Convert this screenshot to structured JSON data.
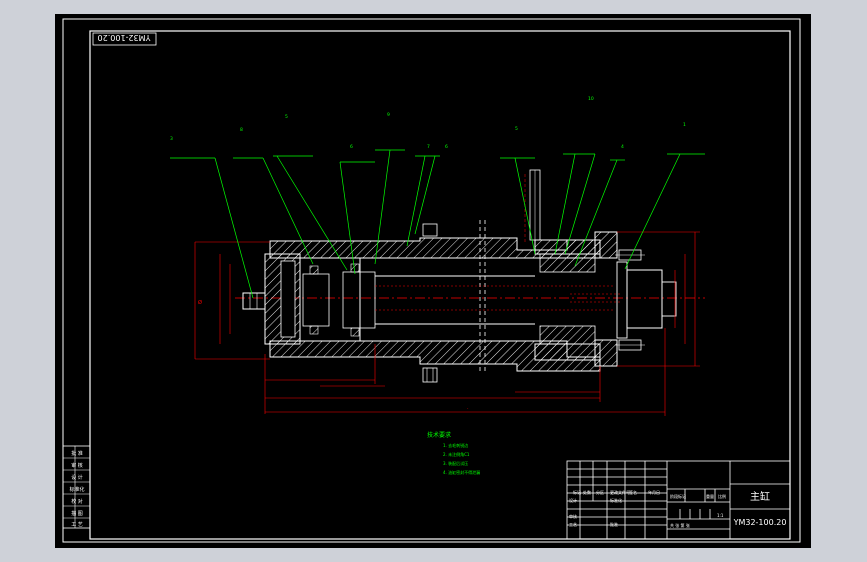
{
  "drawing": {
    "number_stamp": "YM32-100.20",
    "title_main": "主缸",
    "drawing_code": "YM32-100.20",
    "left_strip": [
      "批 准",
      "审 核",
      "设 计",
      "标准化",
      "校 对",
      "描 图",
      "工 艺"
    ],
    "title_block": {
      "row_labels": [
        "标记",
        "处数",
        "分区",
        "更改文件号",
        "签名",
        "年月日"
      ],
      "design": "设计",
      "standard": "标准化",
      "review": "审核",
      "process": "工艺",
      "approve": "批准",
      "stage_label": "阶段标记",
      "weight_label": "重量",
      "scale_label": "比例",
      "scale_value": "1:1",
      "sheet_label": "共 张 第 张"
    },
    "notes": {
      "title": "技术要求",
      "lines": [
        "1. 去毛刺锐边",
        "2. 未注倒角C1",
        "3. 装配后试压",
        "4. 油缸密封不得泄漏"
      ]
    },
    "balloons": [
      "3",
      "8",
      "5",
      "6",
      "9",
      "7",
      "6",
      "5",
      "10",
      "4",
      "1"
    ]
  },
  "colors": {
    "line": "#ffffff",
    "leader": "#00ff00",
    "dim": "#ff0000",
    "hatch": "#ffffff",
    "center": "#ff00ff",
    "frame_bg": "#000000",
    "window_bg": "#ced1d8"
  }
}
